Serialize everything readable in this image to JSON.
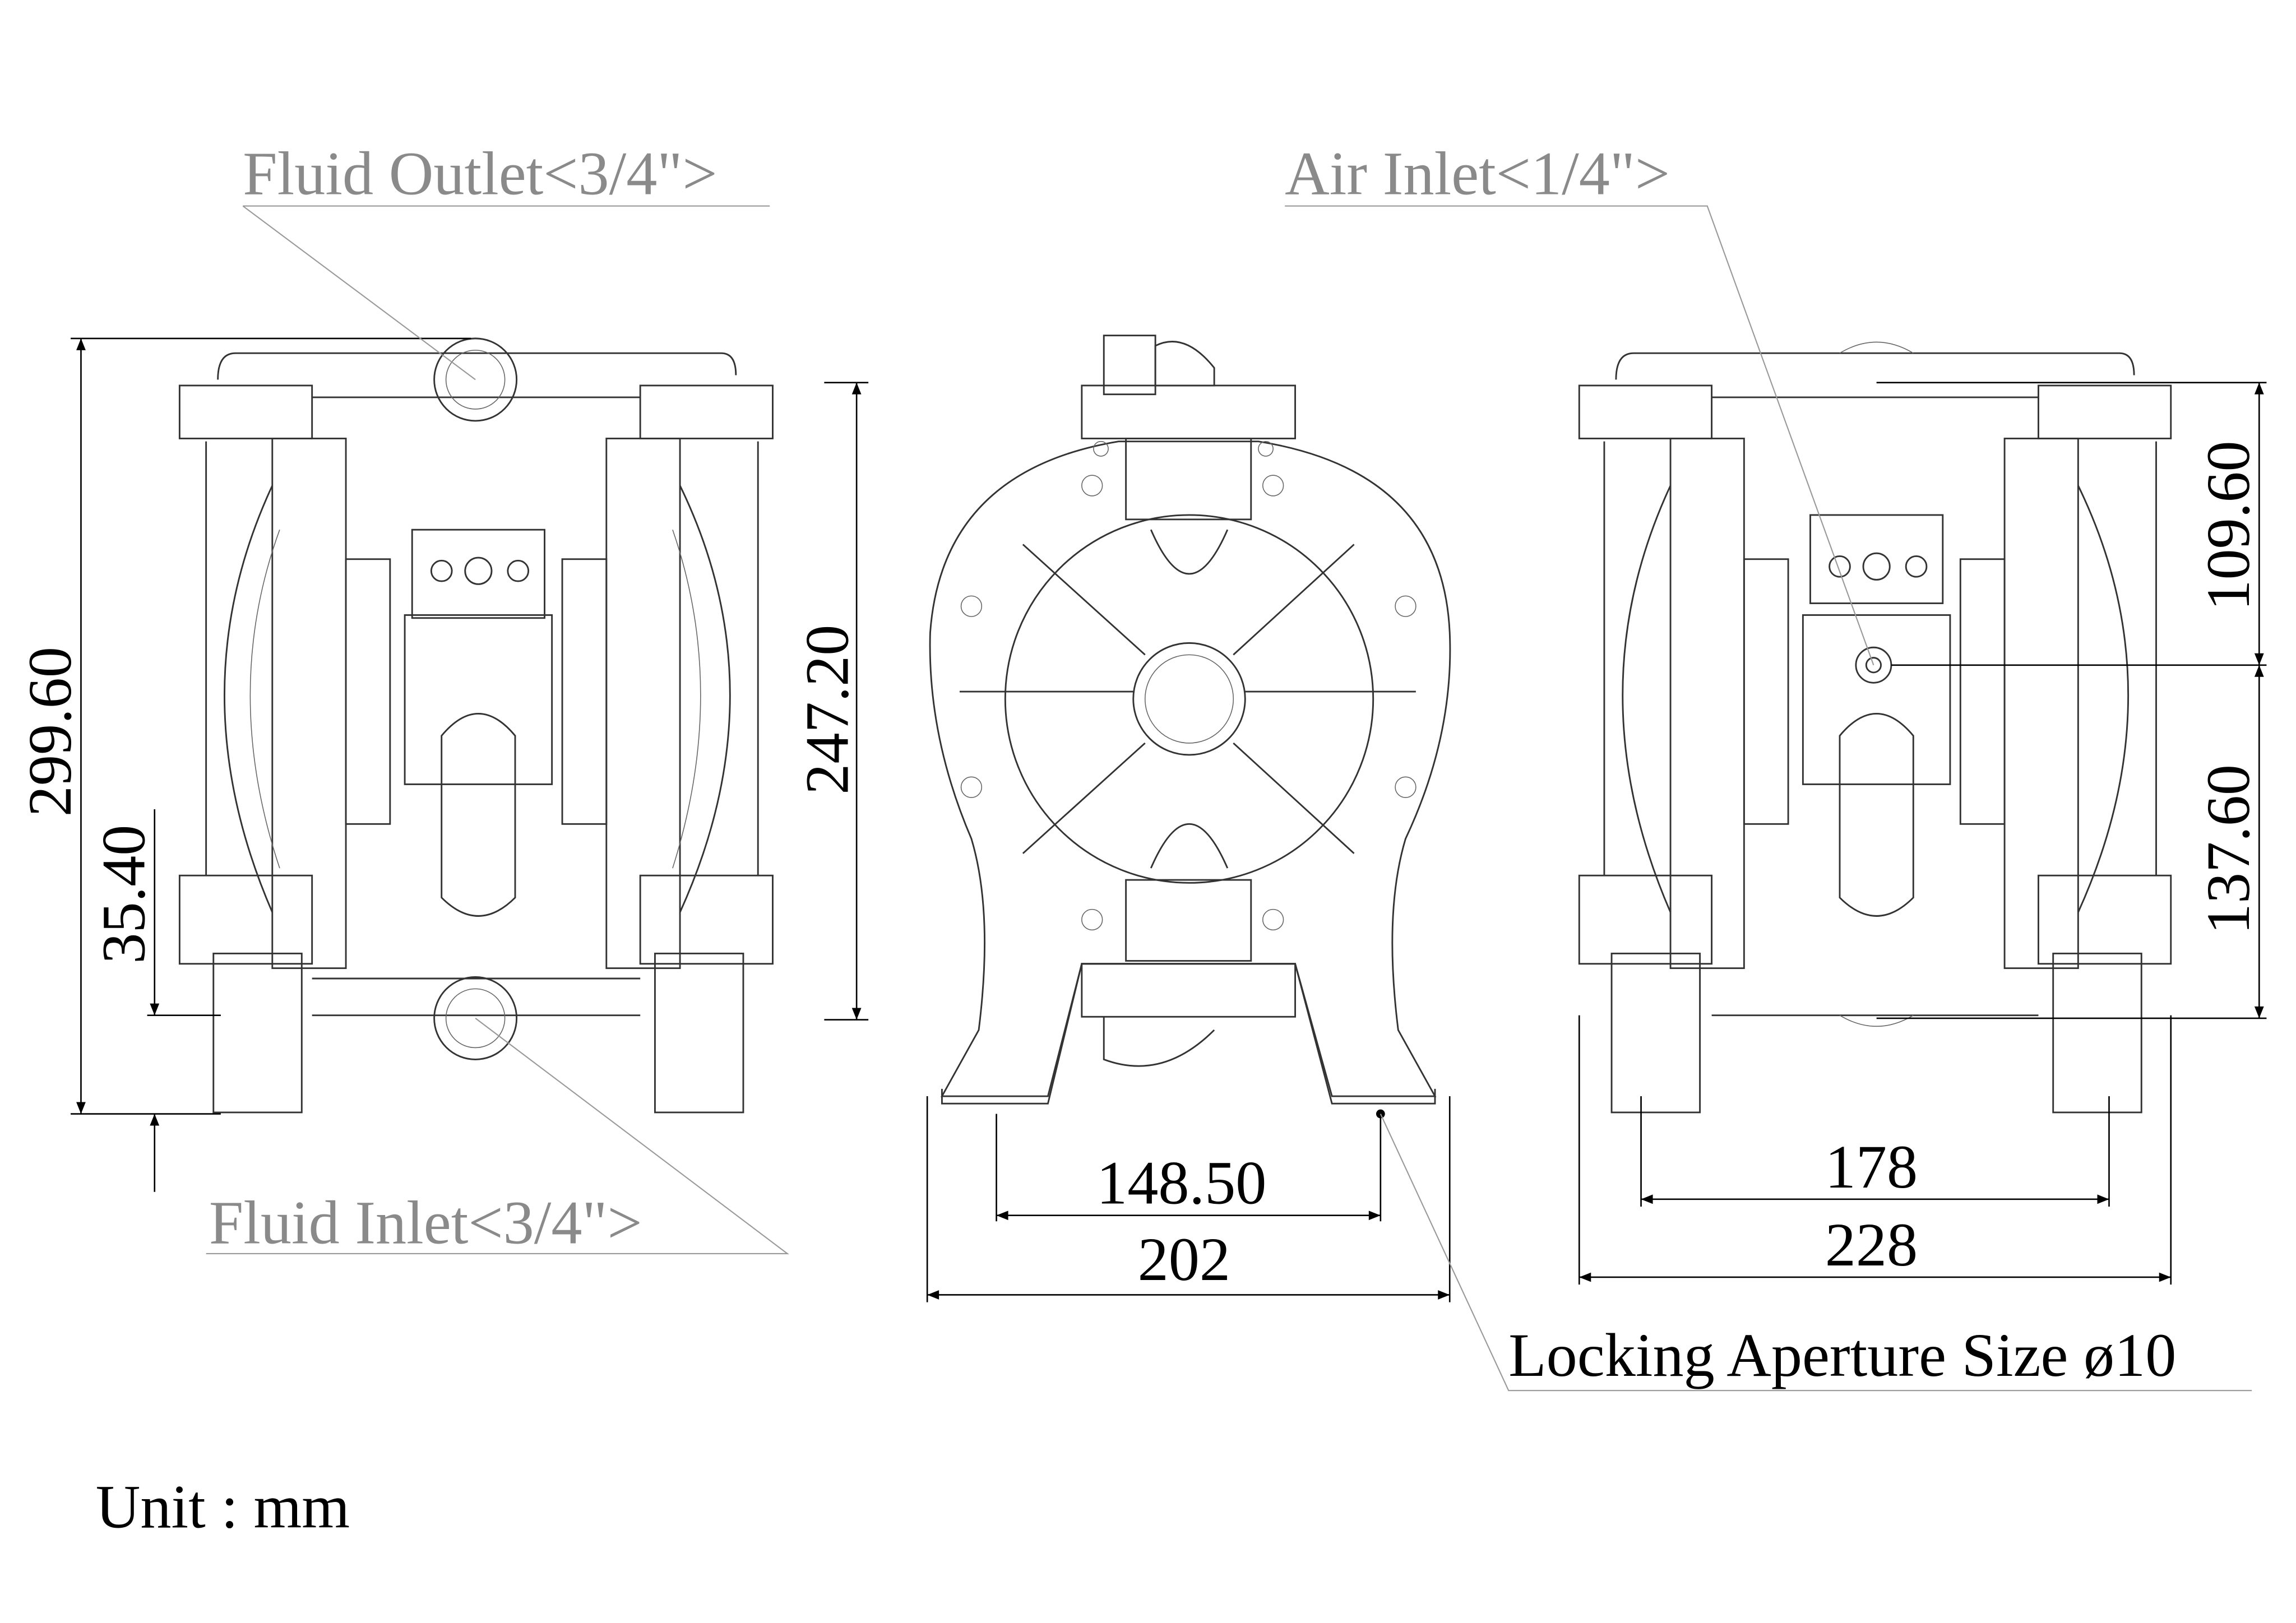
{
  "labels": {
    "fluid_outlet": "Fluid Outlet<3/4\">",
    "fluid_inlet": "Fluid Inlet<3/4\">",
    "air_inlet": "Air Inlet<1/4\">",
    "locking_aperture": "Locking Aperture Size ø10",
    "unit": "Unit : mm"
  },
  "dimensions": {
    "overall_height": "299.60",
    "foot_height": "35.40",
    "port_spacing": "247.20",
    "side_foot_inner": "148.50",
    "side_width": "202",
    "back_foot_inner": "178",
    "back_width": "228",
    "air_to_top": "109.60",
    "air_to_bottom": "137.60"
  }
}
